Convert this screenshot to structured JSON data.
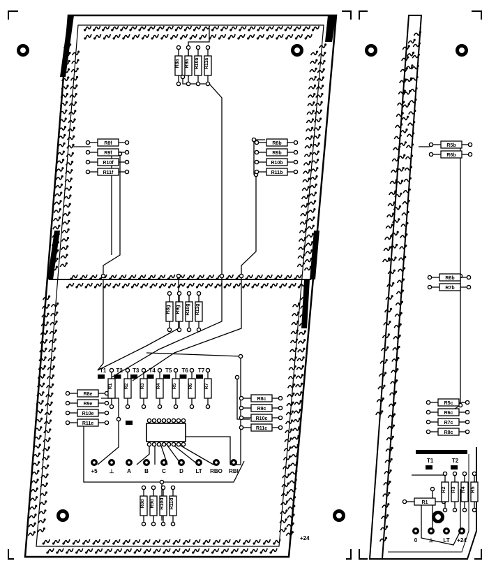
{
  "main_board": {
    "top_resistors": [
      "R8a",
      "R9a",
      "R10a",
      "R11a"
    ],
    "upper_left_resistors": [
      "R8f",
      "R9f",
      "R10f",
      "R11f"
    ],
    "upper_right_resistors": [
      "R8b",
      "R9b",
      "R10b",
      "R11b"
    ],
    "middle_resistors": [
      "R8g",
      "R9g",
      "R10g",
      "R11g"
    ],
    "lower_left_resistors": [
      "R8e",
      "R9e",
      "R10e",
      "R11e"
    ],
    "lower_right_resistors": [
      "R8c",
      "R9c",
      "R10c",
      "R11c"
    ],
    "bottom_resistors": [
      "R8d",
      "R9d",
      "R10d",
      "R11d"
    ],
    "transistor_labels": [
      "T1",
      "T2",
      "T3",
      "T4",
      "T5",
      "T6",
      "T7"
    ],
    "driver_resistors": [
      "R1",
      "R2",
      "R3",
      "R4",
      "R5",
      "R6",
      "R7"
    ],
    "connector_labels": [
      "+5",
      "⊥",
      "A",
      "B",
      "C",
      "D",
      "LT",
      "RBO",
      "RBI"
    ],
    "corner_label": "+24"
  },
  "side_board": {
    "resistors_upper": [
      "R5b",
      "R6b"
    ],
    "resistors_mid": [
      "R6b",
      "R7b"
    ],
    "resistors_lower": [
      "R5c",
      "R6c",
      "R7c",
      "R8c"
    ],
    "transistor_labels": [
      "T1",
      "T2"
    ],
    "small_resistors": [
      "R1",
      "R2",
      "R3",
      "R4",
      "R5"
    ],
    "connector_labels": [
      "0",
      "⊥",
      "LT",
      "+24"
    ]
  }
}
